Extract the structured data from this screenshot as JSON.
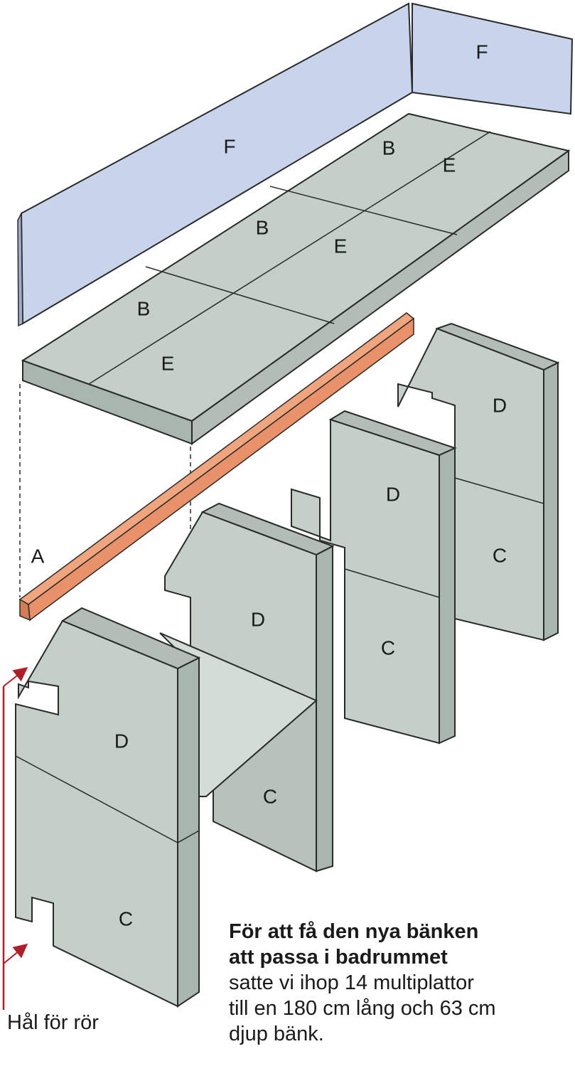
{
  "labels": {
    "wall_left": "F",
    "wall_right": "F",
    "top_b1": "B",
    "top_b2": "B",
    "top_b3": "B",
    "top_e1": "E",
    "top_e2": "E",
    "top_e3": "E",
    "batten": "A",
    "leg1_upper": "D",
    "leg1_lower": "C",
    "leg2_upper": "D",
    "leg2_lower": "C",
    "leg3_upper": "D",
    "leg3_lower": "C",
    "leg4_upper": "D",
    "leg4_lower": "C"
  },
  "pipe_note": "Hål för rör",
  "caption": {
    "heading_line1": "För att få den nya bänken",
    "heading_line2": "att passa i badrummet",
    "body_line1": "satte vi ihop 14 multiplattor",
    "body_line2": "till en 180 cm lång och 63 cm",
    "body_line3": "djup bänk."
  },
  "colors": {
    "slab": "#c4cfc7",
    "slab_side": "#a9b6ad",
    "wall": "#c8d3ec",
    "batten": "#e9926a",
    "arrow": "#b01e2a",
    "ink": "#1a1a1a"
  }
}
